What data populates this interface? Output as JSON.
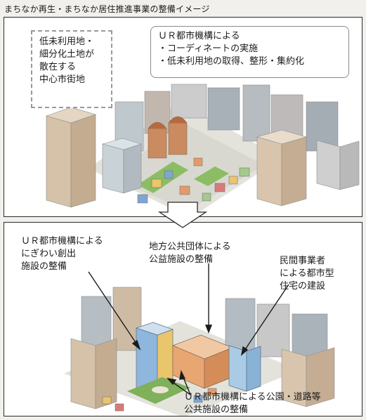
{
  "header": {
    "title": "まちなか再生・まちなか居住推進事業の整備イメージ"
  },
  "before": {
    "callout_left": [
      "低未利用地・",
      "細分化土地が",
      "散在する",
      "中心市街地"
    ],
    "callout_right": [
      "ＵＲ都市機構による",
      "・コーディネートの実施",
      "・低未利用地の取得、整形・集約化"
    ]
  },
  "after": {
    "label_ur_facilities": [
      "ＵＲ都市機構による",
      "にぎわい創出",
      "施設の整備"
    ],
    "label_public_facilities": [
      "地方公共団体による",
      "公益施設の整備"
    ],
    "label_private_housing": [
      "民間事業者",
      "による都市型",
      "住宅の建設"
    ],
    "label_ur_park_road": [
      "ＵＲ都市機構による公園・道路等",
      "公共施設の整備"
    ]
  },
  "colors": {
    "border": "#2a2a2a",
    "arrow": "#ffffff",
    "ground": "#e5e5df",
    "green": "#7fb05a"
  }
}
